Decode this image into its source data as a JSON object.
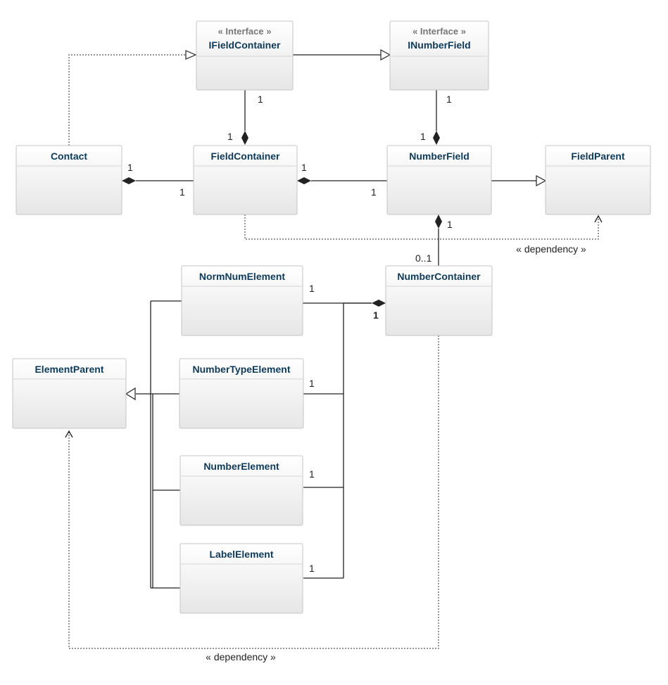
{
  "classes": {
    "ifieldcontainer": {
      "stereotype": "« Interface »",
      "name": "IFieldContainer"
    },
    "inumberfield": {
      "stereotype": "« Interface »",
      "name": "INumberField"
    },
    "contact": {
      "name": "Contact"
    },
    "fieldcontainer": {
      "name": "FieldContainer"
    },
    "numberfield": {
      "name": "NumberField"
    },
    "fieldparent": {
      "name": "FieldParent"
    },
    "normnumelement": {
      "name": "NormNumElement"
    },
    "numbercontainer": {
      "name": "NumberContainer"
    },
    "elementparent": {
      "name": "ElementParent"
    },
    "numbertypeelement": {
      "name": "NumberTypeElement"
    },
    "numberelement": {
      "name": "NumberElement"
    },
    "labelelement": {
      "name": "LabelElement"
    }
  },
  "multiplicities": {
    "ifc_fc_top": "1",
    "ifc_fc_bottom": "1",
    "inf_nf_top": "1",
    "inf_nf_bottom": "1",
    "contact_fc_left": "1",
    "contact_fc_right": "1",
    "fc_nf_left": "1",
    "fc_nf_right": "1",
    "nf_nc_top": "1",
    "nf_nc_bottom": "0..1",
    "norm_nc": "1",
    "nc_elements": "1",
    "numtype_nc": "1",
    "numelem_nc": "1",
    "label_nc": "1"
  },
  "dependencies": {
    "fc_fieldparent": "« dependency »",
    "nc_elementparent": "« dependency »"
  }
}
